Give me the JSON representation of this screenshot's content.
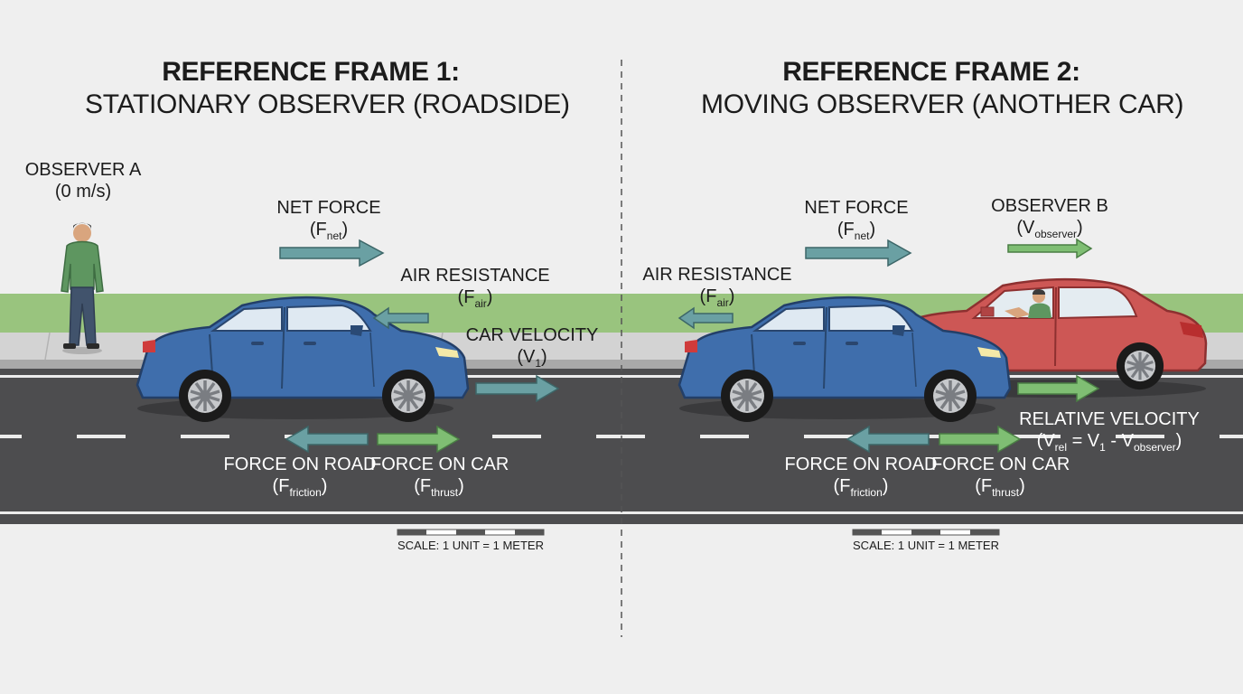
{
  "frame1": {
    "title_line1": "REFERENCE FRAME 1:",
    "title_line2": "STATIONARY OBSERVER (ROADSIDE)",
    "observer": {
      "line1": "OBSERVER A",
      "line2": "(0 m/s)"
    },
    "net_force": {
      "name": "NET FORCE",
      "symbol": "F",
      "sub": "net"
    },
    "air_resistance": {
      "name": "AIR RESISTANCE",
      "symbol": "F",
      "sub": "air"
    },
    "car_velocity": {
      "name": "CAR VELOCITY",
      "symbol": "V",
      "sub": "1"
    },
    "force_on_road": {
      "name": "FORCE ON ROAD",
      "symbol": "F",
      "sub": "friction"
    },
    "force_on_car": {
      "name": "FORCE ON CAR",
      "symbol": "F",
      "sub": "thrust"
    },
    "scale": "SCALE: 1 UNIT = 1 METER"
  },
  "frame2": {
    "title_line1": "REFERENCE FRAME 2:",
    "title_line2": "MOVING OBSERVER (ANOTHER CAR)",
    "net_force": {
      "name": "NET FORCE",
      "symbol": "F",
      "sub": "net"
    },
    "observer_b": {
      "name": "OBSERVER B",
      "symbol": "V",
      "sub": "observer"
    },
    "air_resistance": {
      "name": "AIR RESISTANCE",
      "symbol": "F",
      "sub": "air"
    },
    "relative_velocity": {
      "name": "RELATIVE VELOCITY",
      "p1": "(V",
      "s1": "rel",
      "p2": " = V",
      "s2": "1",
      "p3": " - V",
      "s3": "observer",
      "p4": ")"
    },
    "force_on_road": {
      "name": "FORCE ON ROAD",
      "symbol": "F",
      "sub": "friction"
    },
    "force_on_car": {
      "name": "FORCE ON CAR",
      "symbol": "F",
      "sub": "thrust"
    },
    "scale": "SCALE: 1 UNIT = 1 METER"
  },
  "colors": {
    "background": "#efefef",
    "grass": "#99c47e",
    "road": "#4d4d4f",
    "blue_car": "#3f6eac",
    "red_car": "#cd5755",
    "force_arrow": "#6aa0a3",
    "thrust_arrow": "#7fbe73",
    "observer_shirt": "#5e9660",
    "observer_pants": "#41536c"
  }
}
